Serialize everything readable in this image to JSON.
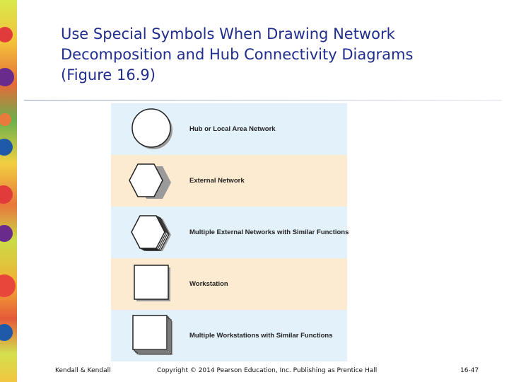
{
  "slide": {
    "title_lines": [
      "Use Special Symbols When Drawing Network",
      "Decomposition and Hub Connectivity Diagrams",
      "(Figure 16.9)"
    ]
  },
  "figure": {
    "rows": [
      {
        "symbol": "circle",
        "label": "Hub or Local Area Network",
        "background": "#e3f1fa"
      },
      {
        "symbol": "hexagon",
        "label": "External Network",
        "background": "#fdebd1"
      },
      {
        "symbol": "stacked-hexagons",
        "label": "Multiple External Networks with Similar Functions",
        "background": "#e3f1fa"
      },
      {
        "symbol": "square",
        "label": "Workstation",
        "background": "#fdebd1"
      },
      {
        "symbol": "stacked-squares",
        "label": "Multiple Workstations with Similar Functions",
        "background": "#e3f1fa"
      }
    ]
  },
  "footer": {
    "left": "Kendall & Kendall",
    "center": "Copyright © 2014 Pearson Education, Inc. Publishing as Prentice Hall",
    "right": "16-47"
  },
  "colors": {
    "title": "#1f2d8c",
    "row_blue": "#e3f1fa",
    "row_tan": "#fdebd1"
  }
}
